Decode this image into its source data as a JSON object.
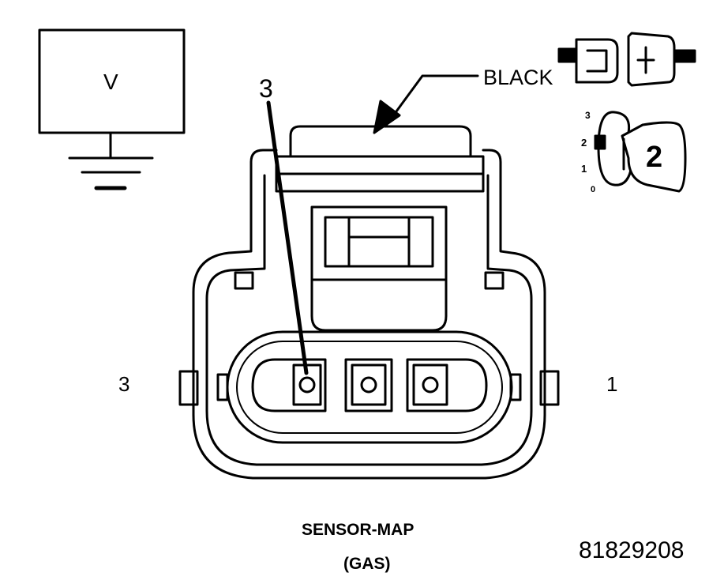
{
  "voltmeter": {
    "label": "V"
  },
  "connector_color": "BLACK",
  "probe_pin": "3",
  "pin_left": "3",
  "pin_right": "1",
  "position_dial": {
    "ticks": [
      "3",
      "2",
      "1",
      "0"
    ],
    "selected": "2"
  },
  "title": {
    "line1": "SENSOR-MAP",
    "line2": "(GAS)"
  },
  "figure_number": "81829208"
}
